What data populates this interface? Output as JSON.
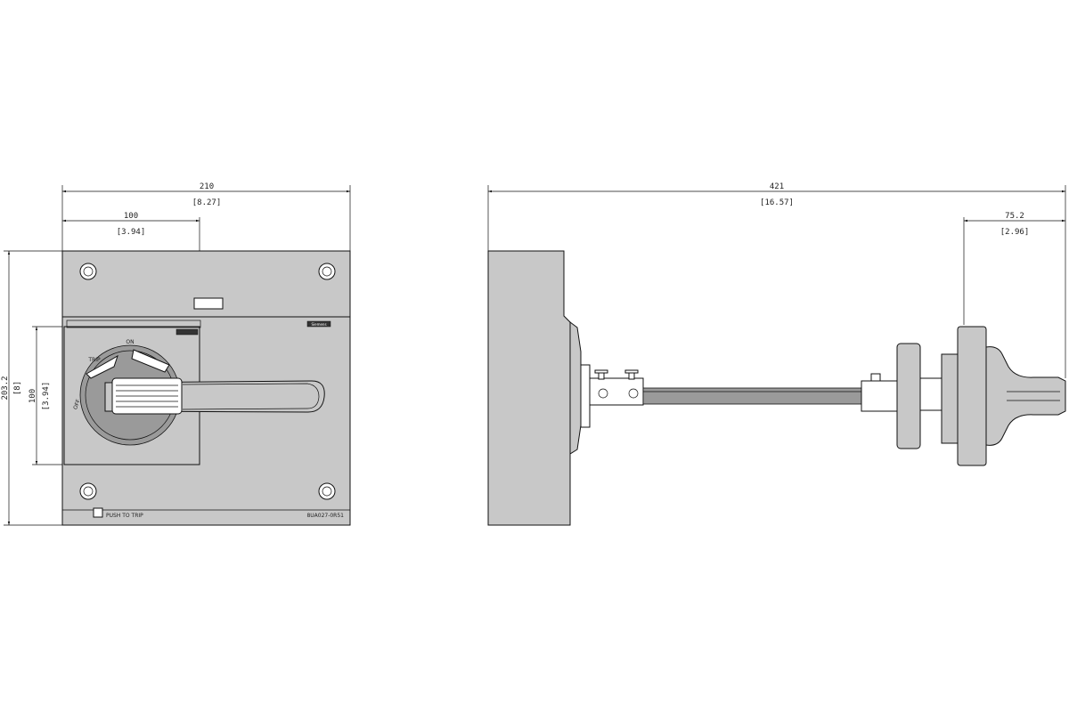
{
  "front_view": {
    "dim_width": "210",
    "dim_width_in": "[8.27]",
    "dim_handle_offset": "100",
    "dim_handle_offset_in": "[3.94]",
    "dim_height": "203.2",
    "dim_height_in": "[8]",
    "dim_handle_height": "100",
    "dim_handle_height_in": "[3.94]",
    "label_push_to_trip": "PUSH TO TRIP",
    "label_part_number": "8UA027-0R51",
    "label_on": "ON",
    "label_off": "OFF",
    "label_trip": "TRIP",
    "label_brand": "Siemens"
  },
  "side_view": {
    "dim_total_length": "421",
    "dim_total_length_in": "[16.57]",
    "dim_handle_depth": "75.2",
    "dim_handle_depth_in": "[2.96]"
  }
}
